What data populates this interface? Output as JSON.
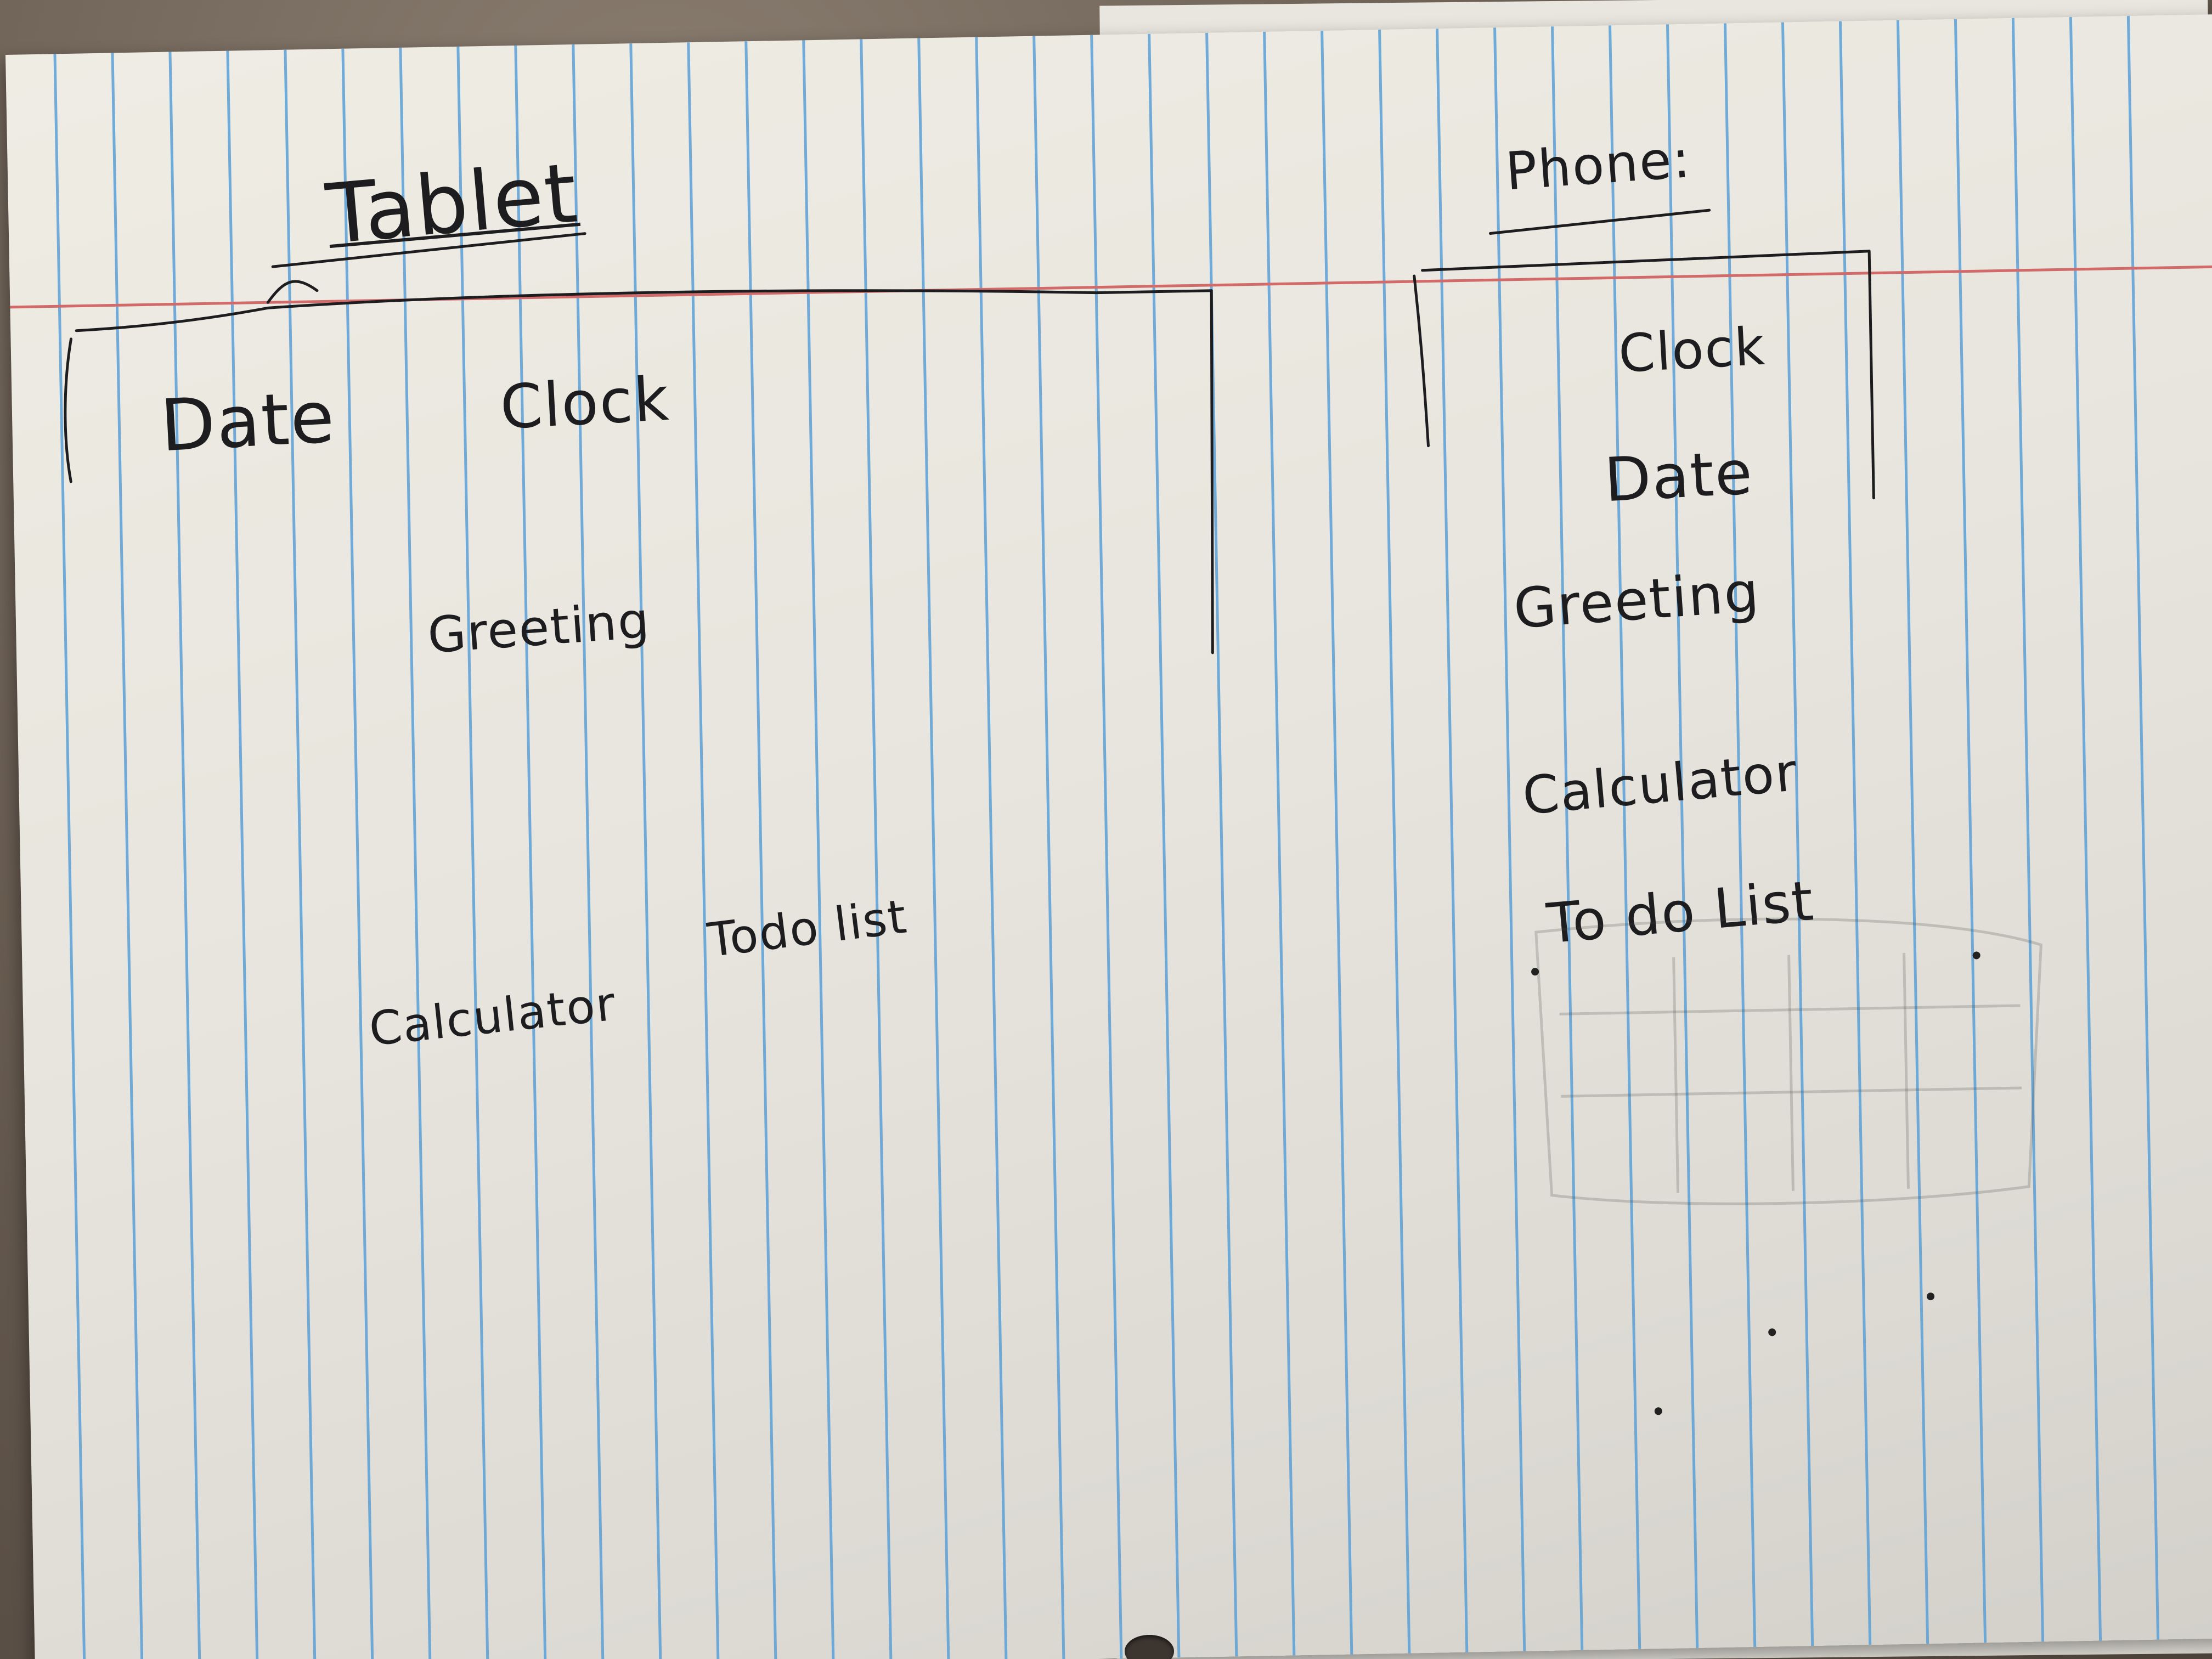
{
  "tablet": {
    "heading": "Tablet",
    "date": "Date",
    "clock": "Clock",
    "greeting": "Greeting",
    "calculator": "Calculator",
    "todo": "Todo list"
  },
  "phone": {
    "heading": "Phone:",
    "clock": "Clock",
    "date": "Date",
    "greeting": "Greeting",
    "calculator": "Calculator",
    "todo": "To do List"
  },
  "colors": {
    "paper": "#e9e7df",
    "rule_line": "#5aa0d8",
    "margin_line": "#d26a6a",
    "ink": "#1d1d20"
  }
}
